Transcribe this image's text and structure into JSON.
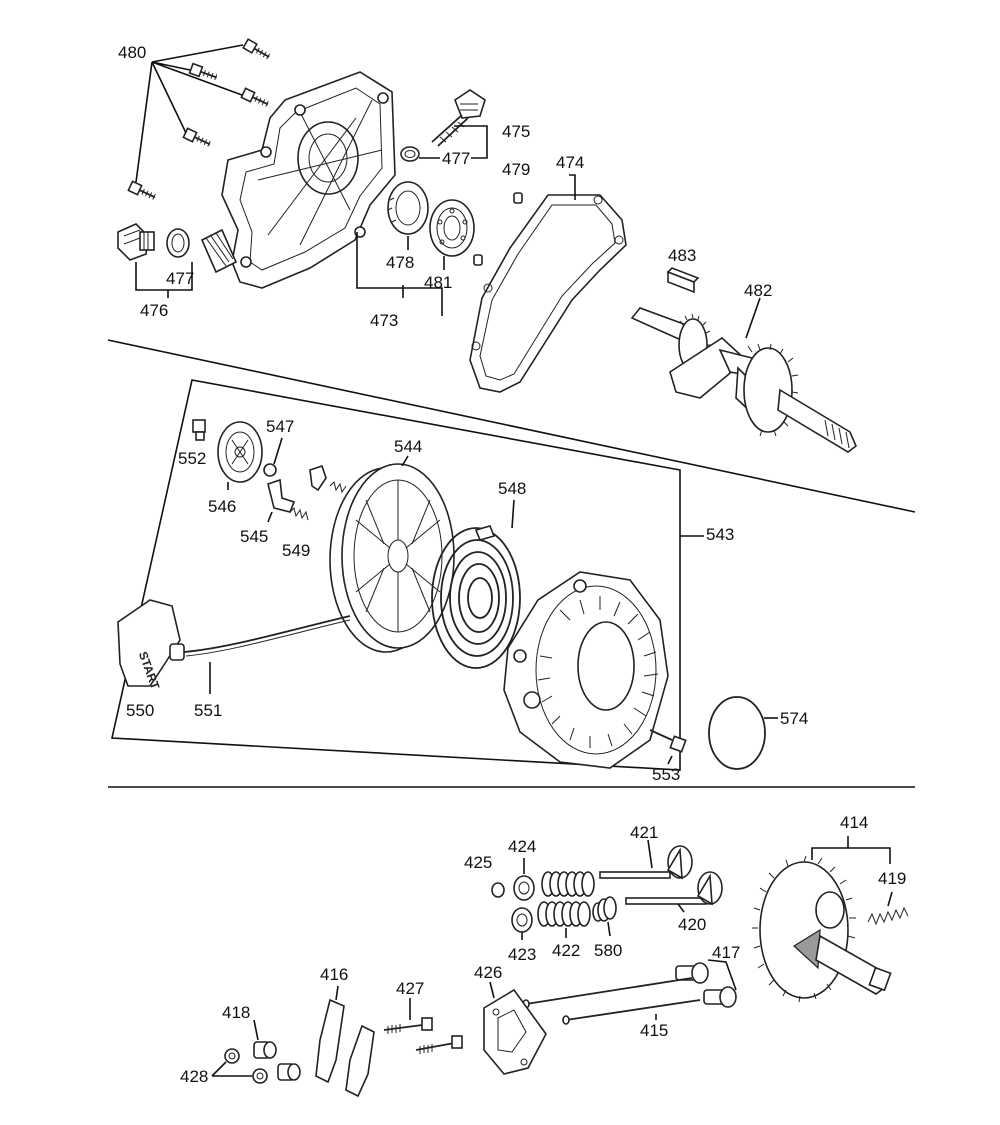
{
  "labels": {
    "p480": "480",
    "p475": "475",
    "p477a": "477",
    "p479": "479",
    "p474": "474",
    "p478": "478",
    "p481": "481",
    "p473": "473",
    "p476": "476",
    "p477b": "477",
    "p483": "483",
    "p482": "482",
    "p552": "552",
    "p547": "547",
    "p544": "544",
    "p548": "548",
    "p546": "546",
    "p545": "545",
    "p549": "549",
    "p543": "543",
    "p550": "550",
    "p551": "551",
    "p553": "553",
    "p574": "574",
    "p414": "414",
    "p421": "421",
    "p424": "424",
    "p425": "425",
    "p419": "419",
    "p420": "420",
    "p423": "423",
    "p422": "422",
    "p580": "580",
    "p417": "417",
    "p416": "416",
    "p427": "427",
    "p426": "426",
    "p418": "418",
    "p415": "415",
    "p428": "428"
  },
  "start_handle_text": "START"
}
